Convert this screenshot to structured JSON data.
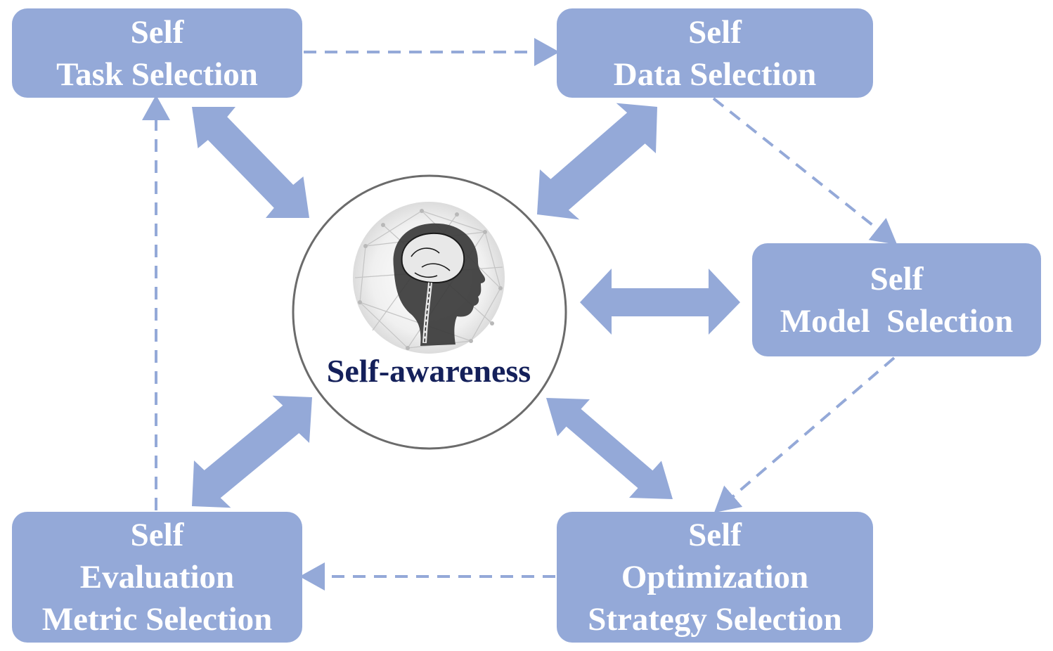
{
  "colors": {
    "box_fill": "#94a9d8",
    "arrow": "#94a9d8",
    "box_text": "#ffffff",
    "center_text": "#14205a",
    "circle_stroke": "#6b6b6b"
  },
  "center": {
    "label": "Self-awareness",
    "image_icon": "brain-head-icon"
  },
  "nodes": {
    "task": {
      "line1": "Self",
      "line2": "Task Selection"
    },
    "data": {
      "line1": "Self",
      "line2": "Data Selection"
    },
    "model": {
      "line1": "Self",
      "line2": "Model  Selection"
    },
    "eval": {
      "line1": "Self",
      "line2": "Evaluation",
      "line3": "Metric Selection"
    },
    "opt": {
      "line1": "Self",
      "line2": "Optimization",
      "line3": "Strategy Selection"
    }
  },
  "flow": [
    "task",
    "data",
    "model",
    "opt",
    "eval",
    "task"
  ]
}
